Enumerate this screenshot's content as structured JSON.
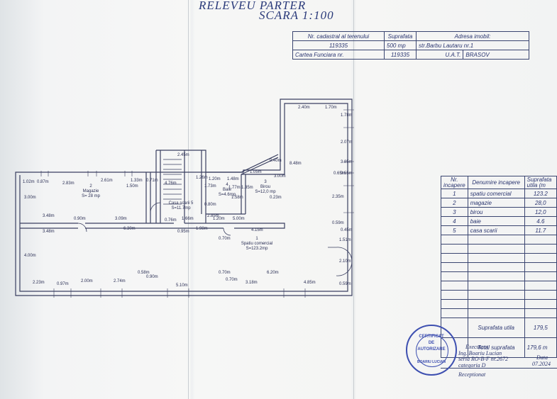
{
  "header": {
    "title": "RELEVEU PARTER",
    "scale": "SCARA 1:100"
  },
  "property_table": {
    "r1": {
      "c1": "Nr. cadastral al terenului",
      "c2": "Suprafata",
      "c3": "Adresa imobil:"
    },
    "r2": {
      "c1": "119335",
      "c2": "500 mp",
      "c3": "str.Barbu Lautaru nr.1"
    },
    "r3": {
      "c1": "Cartea Funciara nr.",
      "c2": "119335",
      "c3": "U.A.T.",
      "c4": "BRASOV"
    }
  },
  "rooms_table": {
    "header": {
      "nr": "Nr. incapere",
      "name": "Denumire incapere",
      "area": "Suprafata utila (m"
    },
    "rows": [
      {
        "nr": "1",
        "name": "spatiu comercial",
        "area": "123.2"
      },
      {
        "nr": "2",
        "name": "magazie",
        "area": "28,0"
      },
      {
        "nr": "3",
        "name": "birou",
        "area": "12,0"
      },
      {
        "nr": "4",
        "name": "baie",
        "area": "4.6"
      },
      {
        "nr": "5",
        "name": "casa scarii",
        "area": "11.7"
      }
    ],
    "useful_label": "Suprafata utila",
    "useful_value": "179,5",
    "total_label": "Total suprafata",
    "total_value": "179,6 m"
  },
  "signature": {
    "executant": "Executant",
    "name": "Ing. Boariu Lucian",
    "serie": "seria RO-B-F nr.2672",
    "category": "categoria D",
    "date_label": "Data",
    "date": "07.2024",
    "receptionat": "Receptionat"
  },
  "stamp": {
    "line1": "CERTIFICAT",
    "line2": "DE",
    "line3": "AUTORIZARE",
    "line4": "BOARIU LUCIAN"
  },
  "plan": {
    "rooms": {
      "r1": {
        "num": "1",
        "name": "Spatiu comercial",
        "area": "S=123.2mp"
      },
      "r2": {
        "num": "2",
        "name": "Magazie",
        "area": "S= 28 mp"
      },
      "r3": {
        "num": "3",
        "name": "Birou",
        "area": "S=12,0 mp"
      },
      "r4": {
        "num": "4",
        "name": "Baie",
        "area": "S=4.6mp"
      },
      "r5": {
        "num": "5",
        "name": "Casa scarii",
        "area": "S=11.7mp"
      }
    },
    "dims": [
      "2.40m",
      "1.70m",
      "1.78m",
      "2.07m",
      "0.55m",
      "8.48m",
      "0.65m",
      "2.35m",
      "0.59m",
      "0.45m",
      "1.51m",
      "2.10m",
      "0.59m",
      "4.85m",
      "3.18m",
      "0.70m",
      "0.70m",
      "6.20m",
      "5.10m",
      "0.90m",
      "0.58m",
      "2.74m",
      "2.00m",
      "0.97m",
      "2.23m",
      "4.00m",
      "3.48m",
      "6.30m",
      "0.95m",
      "1.98m",
      "0.70m",
      "4.15m",
      "3.48m",
      "0.90m",
      "3.09m",
      "0.76m",
      "1.66m",
      "5.00m",
      "3.00m",
      "1.02m",
      "0.87m",
      "2.83m",
      "2.61m",
      "1.33m",
      "0.71m",
      "1.50m",
      "2.45m",
      "4.76m",
      "1.26m",
      "1.20m",
      "1.48m",
      "1.77m",
      "1.58m",
      "0.23m",
      "0.80m",
      "2.85m",
      "1.05m",
      "0.40m",
      "3.00m",
      "1.73m",
      "1.35m",
      "3.85m",
      "1.20m"
    ]
  }
}
